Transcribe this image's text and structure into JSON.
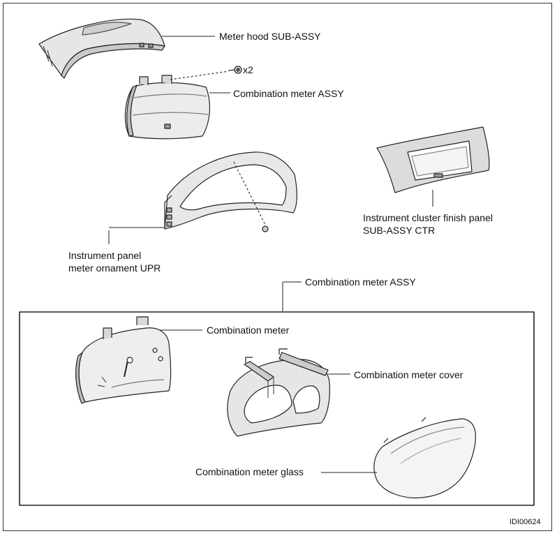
{
  "labels": {
    "meter_hood": "Meter hood SUB-ASSY",
    "qty": "x2",
    "combination_meter_assy_top": "Combination meter ASSY",
    "finish_panel_line1": "Instrument cluster finish panel",
    "finish_panel_line2": "SUB-ASSY CTR",
    "ornament_line1": "Instrument panel",
    "ornament_line2": "meter ornament UPR",
    "combination_meter_assy_group": "Combination meter ASSY",
    "combination_meter": "Combination meter",
    "combination_meter_cover": "Combination meter cover",
    "combination_meter_glass": "Combination meter glass"
  },
  "figure_code": "IDI00624",
  "colors": {
    "line": "#222222",
    "fill_light": "#f2f2f2",
    "fill_mid": "#d9d9d9",
    "fill_dark": "#b5b5b5"
  }
}
